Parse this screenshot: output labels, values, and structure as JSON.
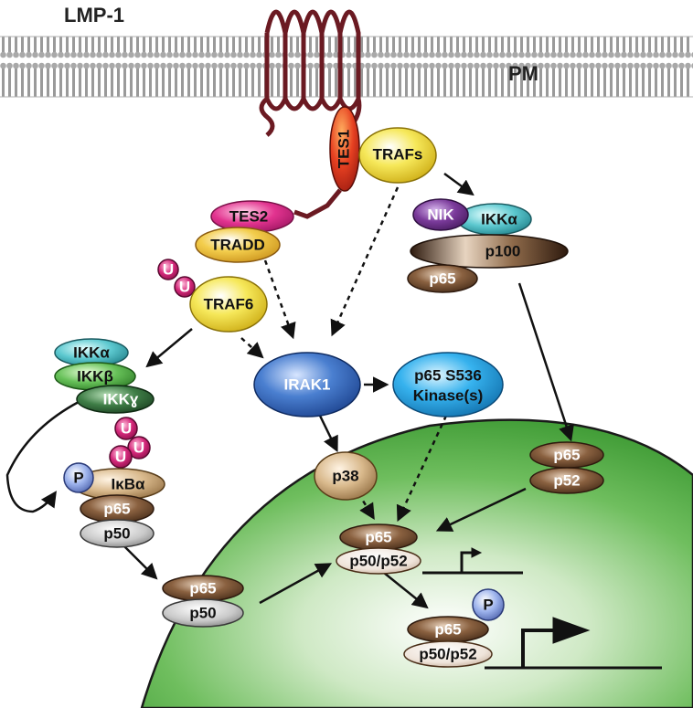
{
  "title": "LMP-1",
  "membrane_label": "PM",
  "nodes": {
    "tes1": "TES1",
    "trafs": "TRAFs",
    "tes2": "TES2",
    "tradd": "TRADD",
    "traf6": "TRAF6",
    "ub1": "U",
    "ub2": "U",
    "nik": "NIK",
    "ikka_right": "IKKα",
    "p100": "p100",
    "p65_right_top": "p65",
    "ikka_left": "IKKα",
    "ikkb": "IKKβ",
    "ikkg": "IKKɣ",
    "irak1": "IRAK1",
    "p65_kinase_line1": "p65 S536",
    "p65_kinase_line2": "Kinase(s)",
    "ub3": "U",
    "ub4": "U",
    "ub5": "U",
    "phos_left": "P",
    "ikba": "IκBα",
    "p65_left": "p65",
    "p50_left": "p50",
    "p38": "p38",
    "p65_right_mid": "p65",
    "p52_right": "p52",
    "p65_center": "p65",
    "p50p52_center": "p50/p52",
    "p65_nuc_left": "p65",
    "p50_nuc_left": "p50",
    "phos_bottom": "P",
    "p65_bottom": "p65",
    "p50p52_bottom": "p50/p52"
  },
  "colors": {
    "nucleus": "#3f9b35",
    "membrane": "#b9b9b9",
    "lmp1": "#6b1a22",
    "tes1": "#d9331f",
    "trafs": "#f3e23a",
    "tes2": "#e2338f",
    "tradd": "#f0c23a",
    "traf6": "#f3e23a",
    "ubiquitin": "#d4287a",
    "nik": "#7a3a9a",
    "ikka": "#3ab8c0",
    "ikkb": "#4fb24a",
    "ikkg": "#2f6a3a",
    "irak1": "#2d5fb5",
    "kinase": "#1f9fe0",
    "brown": "#6e4a2a",
    "phospho": "#8aa0e0"
  }
}
